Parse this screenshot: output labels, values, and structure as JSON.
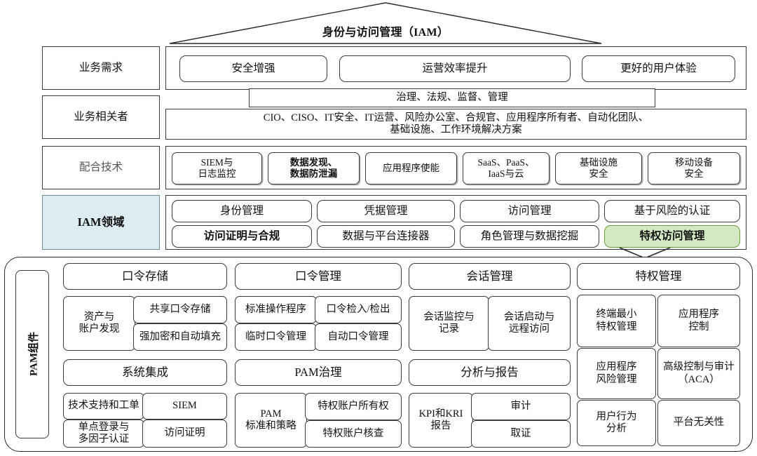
{
  "title": "身份与访问管理（IAM）",
  "colors": {
    "iam_domain_fill": "#dcecf0",
    "iam_domain_border": "#6f8f96",
    "pam_highlight_fill": "#d5e8c4",
    "pam_highlight_border": "#6a9c3d",
    "box_border": "#3a3a3a",
    "page_background": "#ffffff"
  },
  "row_labels": {
    "business_needs": "业务需求",
    "stakeholders": "业务相关者",
    "supporting_tech": "配合技术",
    "iam_domain": "IAM领域"
  },
  "business_needs": {
    "items": [
      "安全增强",
      "运营效率提升",
      "更好的用户体验"
    ],
    "banner": "治理、法规、监督、管理"
  },
  "stakeholders": {
    "text": "CIO、CISO、IT安全、IT运营、风险办公室、合规官、应用程序所有者、自动化团队、\n基础设施、工作环境解决方案"
  },
  "supporting_tech": {
    "items": [
      "SIEM与\n日志监控",
      "数据发现、\n数据防泄漏",
      "应用程序使能",
      "SaaS、PaaS、\nIaaS与云",
      "基础设施\n安全",
      "移动设备\n安全"
    ]
  },
  "iam_domain": {
    "row1": [
      "身份管理",
      "凭据管理",
      "访问管理",
      "基于风险的认证"
    ],
    "row2": [
      "访问证明与合规",
      "数据与平台连接器",
      "角色管理与数据挖掘",
      "特权访问管理"
    ],
    "highlighted": "特权访问管理"
  },
  "pam": {
    "side_label": "PAM组件",
    "columns": [
      {
        "header": "口令存储",
        "cells": [
          "资产与\n账户发现",
          "共享口令存储",
          "强加密和自动填充"
        ]
      },
      {
        "header": "口令管理",
        "cells": [
          "标准操作程序",
          "口令检入/检出",
          "临时口令管理",
          "自动口令管理"
        ]
      },
      {
        "header": "会话管理",
        "cells": [
          "会话监控与\n记录",
          "会话启动与\n远程访问"
        ]
      },
      {
        "header": "特权管理",
        "cells": [
          "终端最小\n特权管理",
          "应用程序\n控制",
          "应用程序\n风险管理",
          "高级控制与审计\n（ACA）",
          "用户行为\n分析",
          "平台无关性"
        ]
      },
      {
        "header": "系统集成",
        "cells": [
          "技术支持和工单",
          "SIEM",
          "单点登录与\n多因子认证",
          "访问证明"
        ]
      },
      {
        "header": "PAM治理",
        "cells": [
          "PAM\n标准和策略",
          "特权账户所有权",
          "特权账户核查"
        ]
      },
      {
        "header": "分析与报告",
        "cells": [
          "KPI和KRI\n报告",
          "审计",
          "取证"
        ]
      }
    ]
  }
}
